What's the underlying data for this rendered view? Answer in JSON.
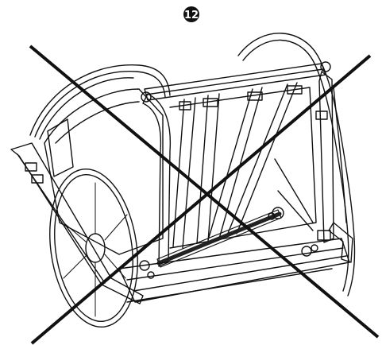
{
  "step": {
    "number": "12"
  },
  "colors": {
    "line": "#111111",
    "badge_fill": "#111111",
    "badge_text": "#ffffff",
    "background": "#ffffff"
  },
  "illustration": {
    "subject": "stroller-trailer-frame",
    "overlay": "cross-mark"
  }
}
